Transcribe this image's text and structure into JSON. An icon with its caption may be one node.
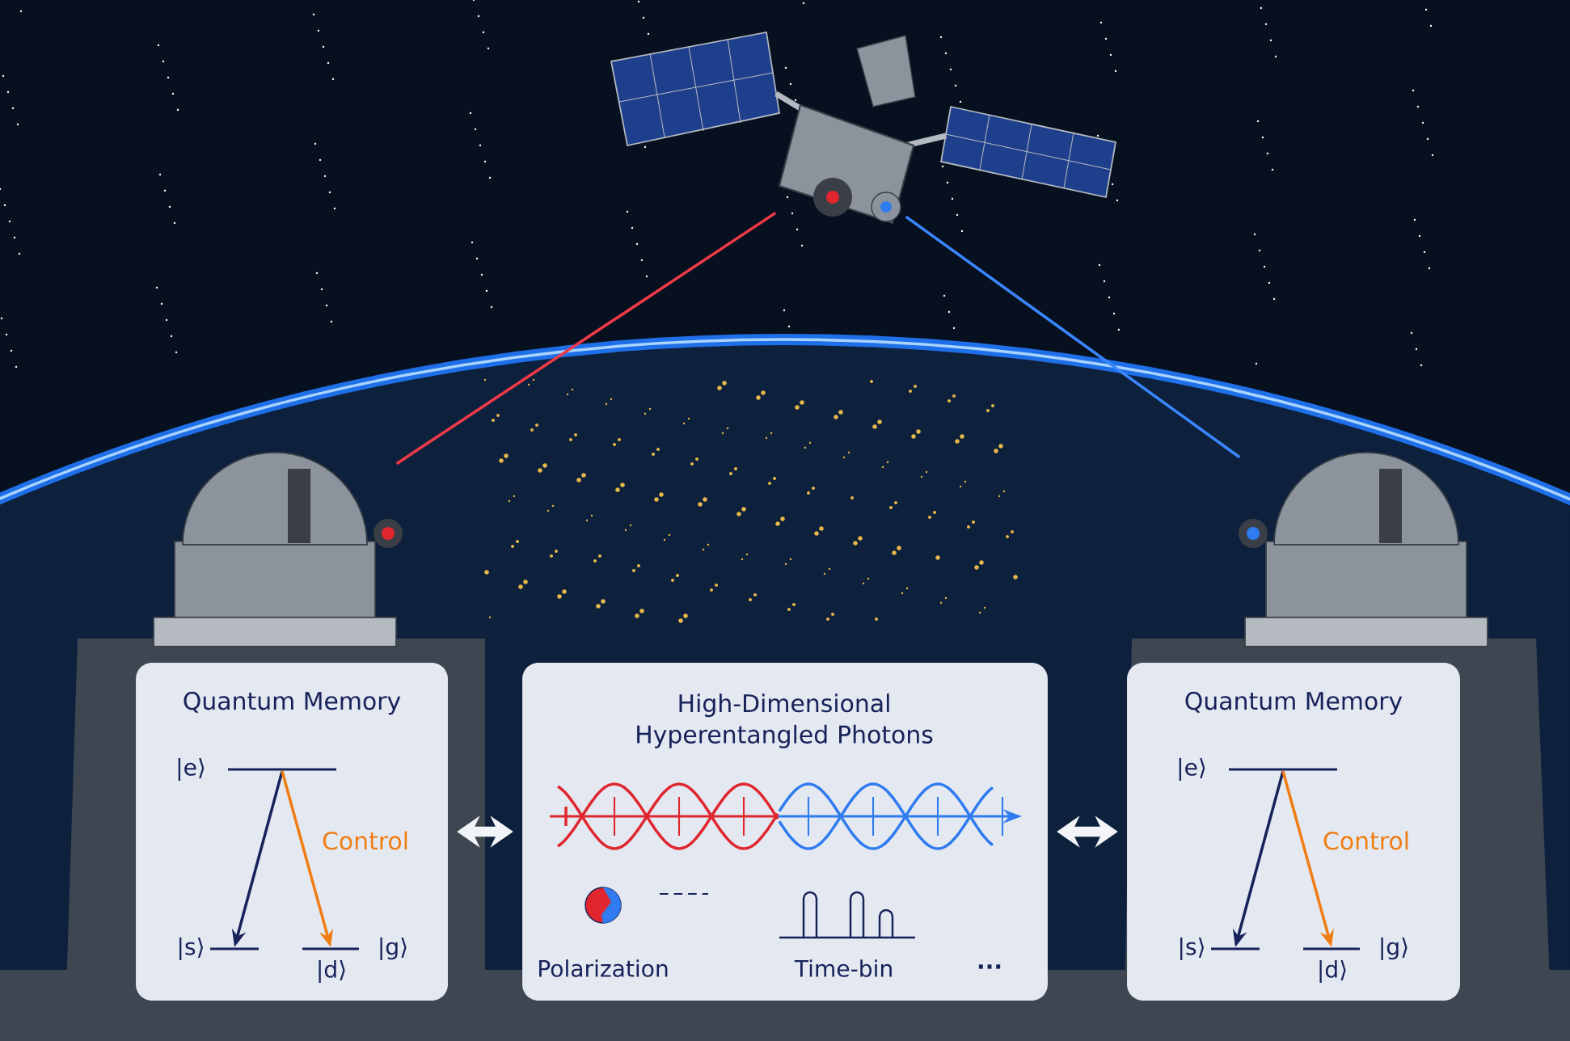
{
  "diagram": {
    "nodes": [
      {
        "text": [],
        "shape": "picture"
      },
      {
        "text": [],
        "shape": "picture"
      },
      {
        "text": [],
        "shape": "picture"
      },
      {
        "text": [
          "Quantum Memory"
        ]
      },
      {
        "text": [
          "|e⟩"
        ],
        "in": 3
      },
      {
        "text": [
          "|s⟩"
        ],
        "in": 3
      },
      {
        "text": [
          "|d⟩",
          "|g⟩"
        ],
        "in": 3
      },
      {
        "text": [
          "High-Dimensional Hyperentangled Photons",
          "Polarization",
          "Time-bin",
          "..."
        ]
      },
      {
        "text": [
          "Quantum Memory"
        ]
      },
      {
        "text": [
          "|e⟩"
        ],
        "in": 8
      },
      {
        "text": [
          "|s⟩"
        ],
        "in": 8
      },
      {
        "text": [
          "|d⟩",
          "|g⟩"
        ],
        "in": 8
      }
    ],
    "edges": [
      {
        "from": 0,
        "to": 1,
        "arrow": "none",
        "color": "#f03a48"
      },
      {
        "from": 0,
        "to": 2,
        "arrow": "none",
        "color": "#3a86ff"
      },
      {
        "from": 3,
        "to": 7,
        "arrow": "both",
        "style": "thick",
        "color": "#f2f4f7"
      },
      {
        "from": 7,
        "to": 8,
        "arrow": "both",
        "style": "thick",
        "color": "#f2f4f7"
      },
      {
        "from": 4,
        "to": 5,
        "arrow": "to",
        "color": "#17225a"
      },
      {
        "from": 4,
        "to": 6,
        "arrow": "to",
        "label": "Control",
        "color": "#f07d14"
      },
      {
        "from": 9,
        "to": 10,
        "arrow": "to",
        "color": "#17225a"
      },
      {
        "from": 9,
        "to": 11,
        "arrow": "to",
        "label": "Control",
        "color": "#f07d14"
      }
    ]
  }
}
